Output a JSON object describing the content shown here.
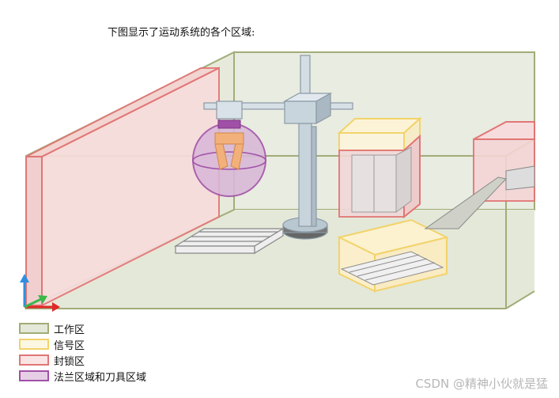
{
  "caption": "下图显示了运动系统的各个区域:",
  "legend": [
    {
      "label": "工作区",
      "border": "#a0ad78",
      "fill": "#e3e8d8"
    },
    {
      "label": "信号区",
      "border": "#f2d36b",
      "fill": "#fcf7e2"
    },
    {
      "label": "封锁区",
      "border": "#e27575",
      "fill": "#fbe4e4"
    },
    {
      "label": "法兰区域和刀具区域",
      "border": "#a150a8",
      "fill": "#e6cfe4"
    }
  ],
  "watermark": "CSDN @精神小伙就是猛",
  "axis_colors": {
    "z": "#2e8fe0",
    "y": "#3ab84a",
    "x": "#e02828"
  }
}
